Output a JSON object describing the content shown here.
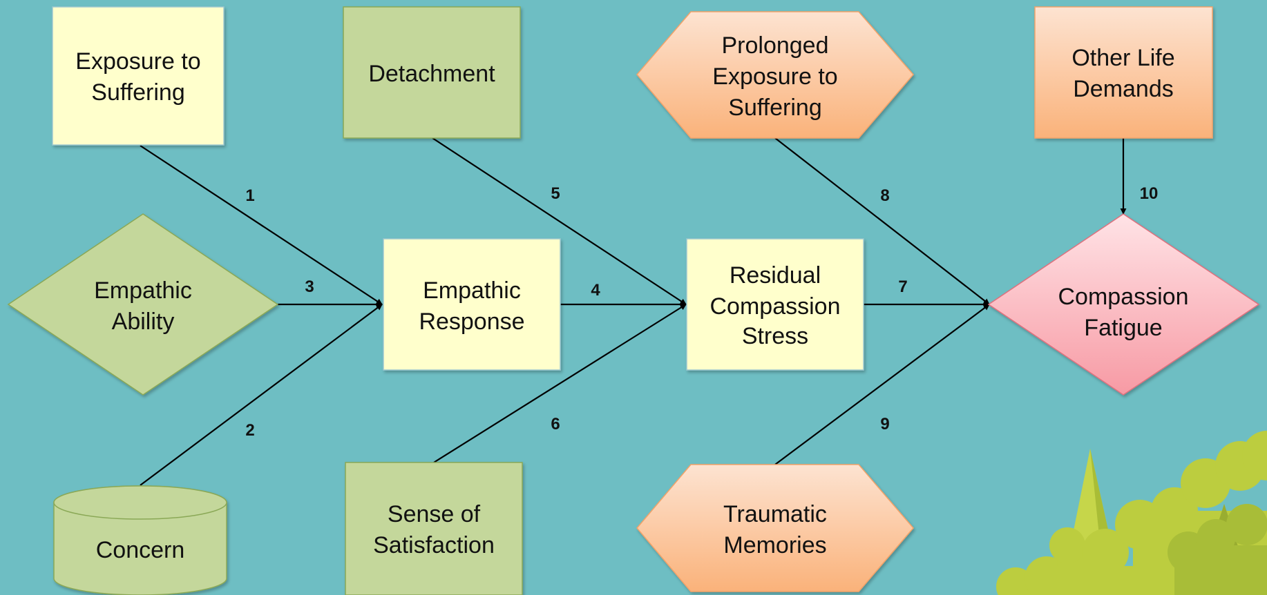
{
  "colors": {
    "background": "#6ebec3",
    "yellow_fill": "#ffffcc",
    "green_fill": "#c4d79b",
    "orange_fill_top": "#fde3d1",
    "orange_fill_bottom": "#fab27a",
    "pink_fill_top": "#ffe3e6",
    "pink_fill_bottom": "#f79aa4",
    "decor_green": "#b5c940"
  },
  "nodes": {
    "exposure": {
      "lines": [
        "Exposure to",
        "Suffering"
      ],
      "shape": "rectangle"
    },
    "detachment": {
      "lines": [
        "Detachment"
      ],
      "shape": "rectangle"
    },
    "prolonged": {
      "lines": [
        "Prolonged",
        "Exposure to",
        "Suffering"
      ],
      "shape": "hexagon"
    },
    "other_life": {
      "lines": [
        "Other Life",
        "Demands"
      ],
      "shape": "rectangle"
    },
    "empathic_ability": {
      "lines": [
        "Empathic",
        "Ability"
      ],
      "shape": "diamond"
    },
    "empathic_response": {
      "lines": [
        "Empathic",
        "Response"
      ],
      "shape": "rectangle"
    },
    "residual": {
      "lines": [
        "Residual",
        "Compassion",
        "Stress"
      ],
      "shape": "rectangle"
    },
    "compassion_fatigue": {
      "lines": [
        "Compassion",
        "Fatigue"
      ],
      "shape": "diamond"
    },
    "concern": {
      "lines": [
        "Concern"
      ],
      "shape": "cylinder"
    },
    "satisfaction": {
      "lines": [
        "Sense of",
        "Satisfaction"
      ],
      "shape": "rectangle"
    },
    "traumatic": {
      "lines": [
        "Traumatic",
        "Memories"
      ],
      "shape": "hexagon"
    }
  },
  "edges": [
    {
      "label": "1",
      "from": "exposure",
      "to": "empathic_response"
    },
    {
      "label": "2",
      "from": "concern",
      "to": "empathic_response"
    },
    {
      "label": "3",
      "from": "empathic_ability",
      "to": "empathic_response"
    },
    {
      "label": "4",
      "from": "empathic_response",
      "to": "residual"
    },
    {
      "label": "5",
      "from": "detachment",
      "to": "residual"
    },
    {
      "label": "6",
      "from": "satisfaction",
      "to": "residual"
    },
    {
      "label": "7",
      "from": "residual",
      "to": "compassion_fatigue"
    },
    {
      "label": "8",
      "from": "prolonged",
      "to": "compassion_fatigue"
    },
    {
      "label": "9",
      "from": "traumatic",
      "to": "compassion_fatigue"
    },
    {
      "label": "10",
      "from": "other_life",
      "to": "compassion_fatigue"
    }
  ]
}
